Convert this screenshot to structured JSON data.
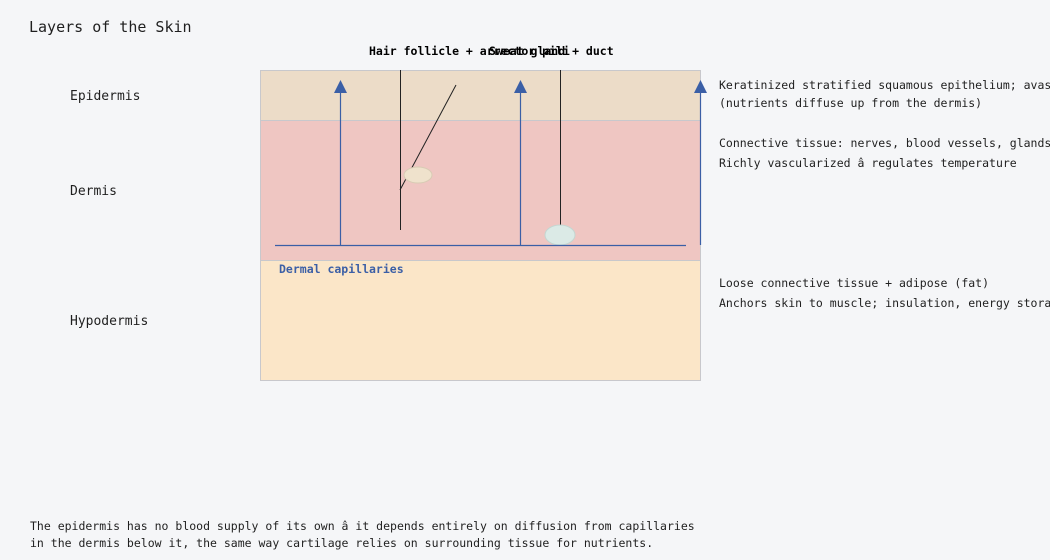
{
  "title": "Layers of the Skin",
  "layers": [
    {
      "key": "epidermis",
      "label": "Epidermis",
      "color": "#ecdcc8"
    },
    {
      "key": "dermis",
      "label": "Dermis",
      "color": "#efc6c2"
    },
    {
      "key": "hypodermis",
      "label": "Hypodermis",
      "color": "#fbe6c8"
    }
  ],
  "descriptions": {
    "epidermis": [
      "Keratinized stratified squamous epithelium; avascular",
      "(nutrients diffuse up from the dermis)"
    ],
    "dermis": [
      "Connective tissue: nerves, blood vessels, glands",
      "Richly vascularized â   regulates temperature"
    ],
    "hypodermis": [
      "Loose connective tissue + adipose (fat)",
      "Anchors skin to muscle; insulation, energy storage"
    ]
  },
  "callouts": {
    "hair_follicle": "Hair follicle + arrector pili",
    "sweat_gland": "Sweat gland + duct"
  },
  "capillaries_label": "Dermal capillaries",
  "colors": {
    "capillary_blue": "#3b5fa6",
    "border": "#c8c8cc",
    "line": "#222222",
    "gland_fill": "#dbeae6",
    "bulb_fill": "#efe2cc"
  },
  "footer": [
    "The epidermis has no blood supply of its own â   it depends entirely on diffusion from capillaries",
    "in the dermis below it, the same way cartilage relies on surrounding tissue for nutrients."
  ]
}
